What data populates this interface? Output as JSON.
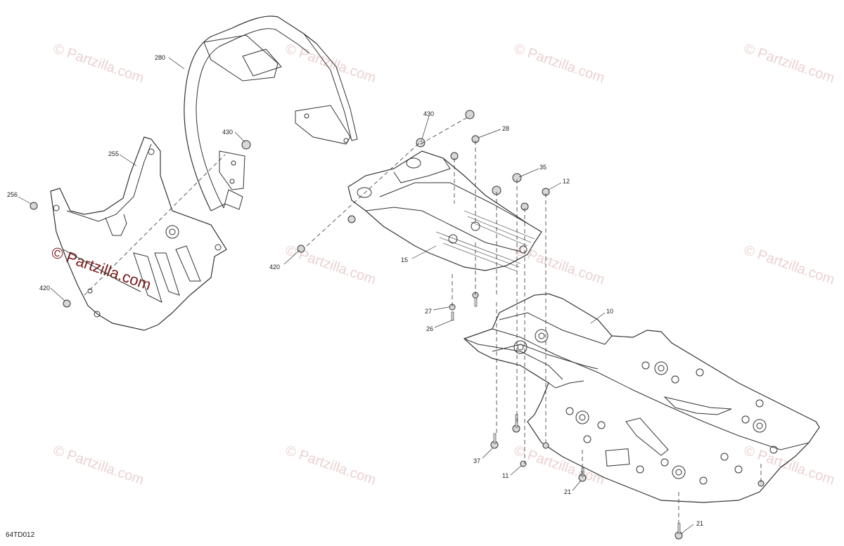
{
  "diagram_code": "64TD012",
  "watermark_text": "© Partzilla.com",
  "callouts": [
    {
      "id": "c280",
      "label": "280"
    },
    {
      "id": "c430a",
      "label": "430"
    },
    {
      "id": "c255",
      "label": "255"
    },
    {
      "id": "c256",
      "label": "256"
    },
    {
      "id": "c420a",
      "label": "420"
    },
    {
      "id": "c430b",
      "label": "430"
    },
    {
      "id": "c28",
      "label": "28"
    },
    {
      "id": "c35",
      "label": "35"
    },
    {
      "id": "c12",
      "label": "12"
    },
    {
      "id": "c420b",
      "label": "420"
    },
    {
      "id": "c15",
      "label": "15"
    },
    {
      "id": "c27",
      "label": "27"
    },
    {
      "id": "c26",
      "label": "26"
    },
    {
      "id": "c10",
      "label": "10"
    },
    {
      "id": "c37",
      "label": "37"
    },
    {
      "id": "c11",
      "label": "11"
    },
    {
      "id": "c21a",
      "label": "21"
    },
    {
      "id": "c21b",
      "label": "21"
    }
  ],
  "colors": {
    "line": "#333333",
    "fill": "#ffffff",
    "shade": "#cfcfcf",
    "watermark": "#e8c9c9",
    "watermark_main": "#7a1a1a"
  }
}
